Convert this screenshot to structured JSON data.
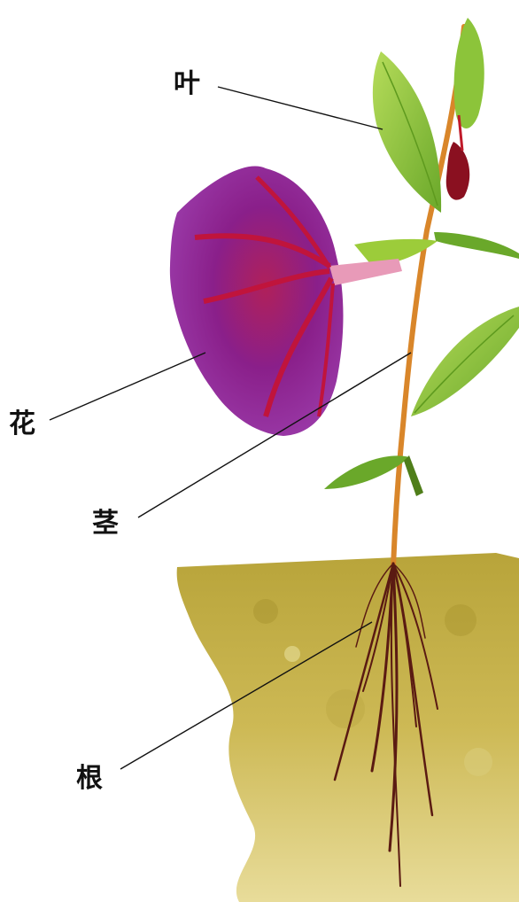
{
  "labels": {
    "leaf": "叶",
    "flower": "花",
    "stem": "茎",
    "root": "根"
  },
  "colors": {
    "soil": "#c9b44a",
    "soil_dark": "#9c8a2a",
    "stem": "#d9862a",
    "leaf": "#9ccc3a",
    "leaf_dark": "#5e9a1e",
    "flower": "#8a1f8a",
    "flower_vein": "#c0143c",
    "root": "#5a1a12",
    "leader_line": "#111111"
  }
}
